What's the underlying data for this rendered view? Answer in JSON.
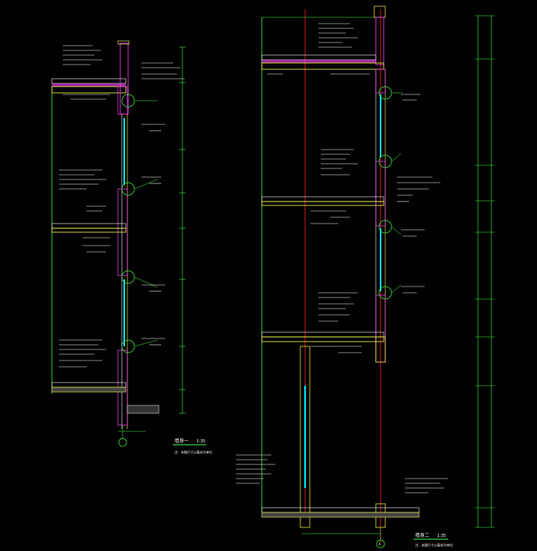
{
  "drawing": {
    "left_section": {
      "title": "墙身一",
      "scale": "1:35",
      "note": "注：本图尺寸以毫米为单位"
    },
    "right_section": {
      "title": "墙身二",
      "scale": "1:35",
      "note": "注：本图尺寸以毫米为单位"
    },
    "axis_label": "A",
    "colors": {
      "background": "#000000",
      "lines": "#40ff40",
      "text": "#ffffff",
      "glass": "#00e5ff",
      "insulation": "#ff40ff",
      "concrete": "#ffff40",
      "axis": "#ff2020"
    }
  }
}
